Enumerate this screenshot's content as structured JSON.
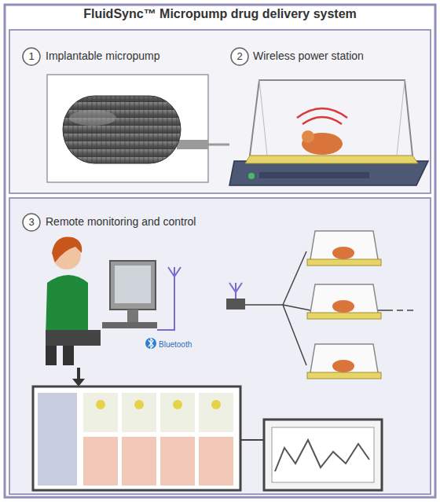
{
  "diagram": {
    "title": "FluidSync™ Micropump drug delivery system",
    "nodes": [
      {
        "text": [
          "Implantable micropump"
        ]
      },
      {
        "text": [
          "Wireless power station"
        ]
      },
      {
        "text": [
          "Remote monitoring and control"
        ]
      }
    ],
    "edges": [
      {
        "from": 0,
        "to": 1,
        "arrow": "none"
      }
    ],
    "labels": [
      "1",
      "2",
      "3",
      "Bluetooth"
    ]
  }
}
